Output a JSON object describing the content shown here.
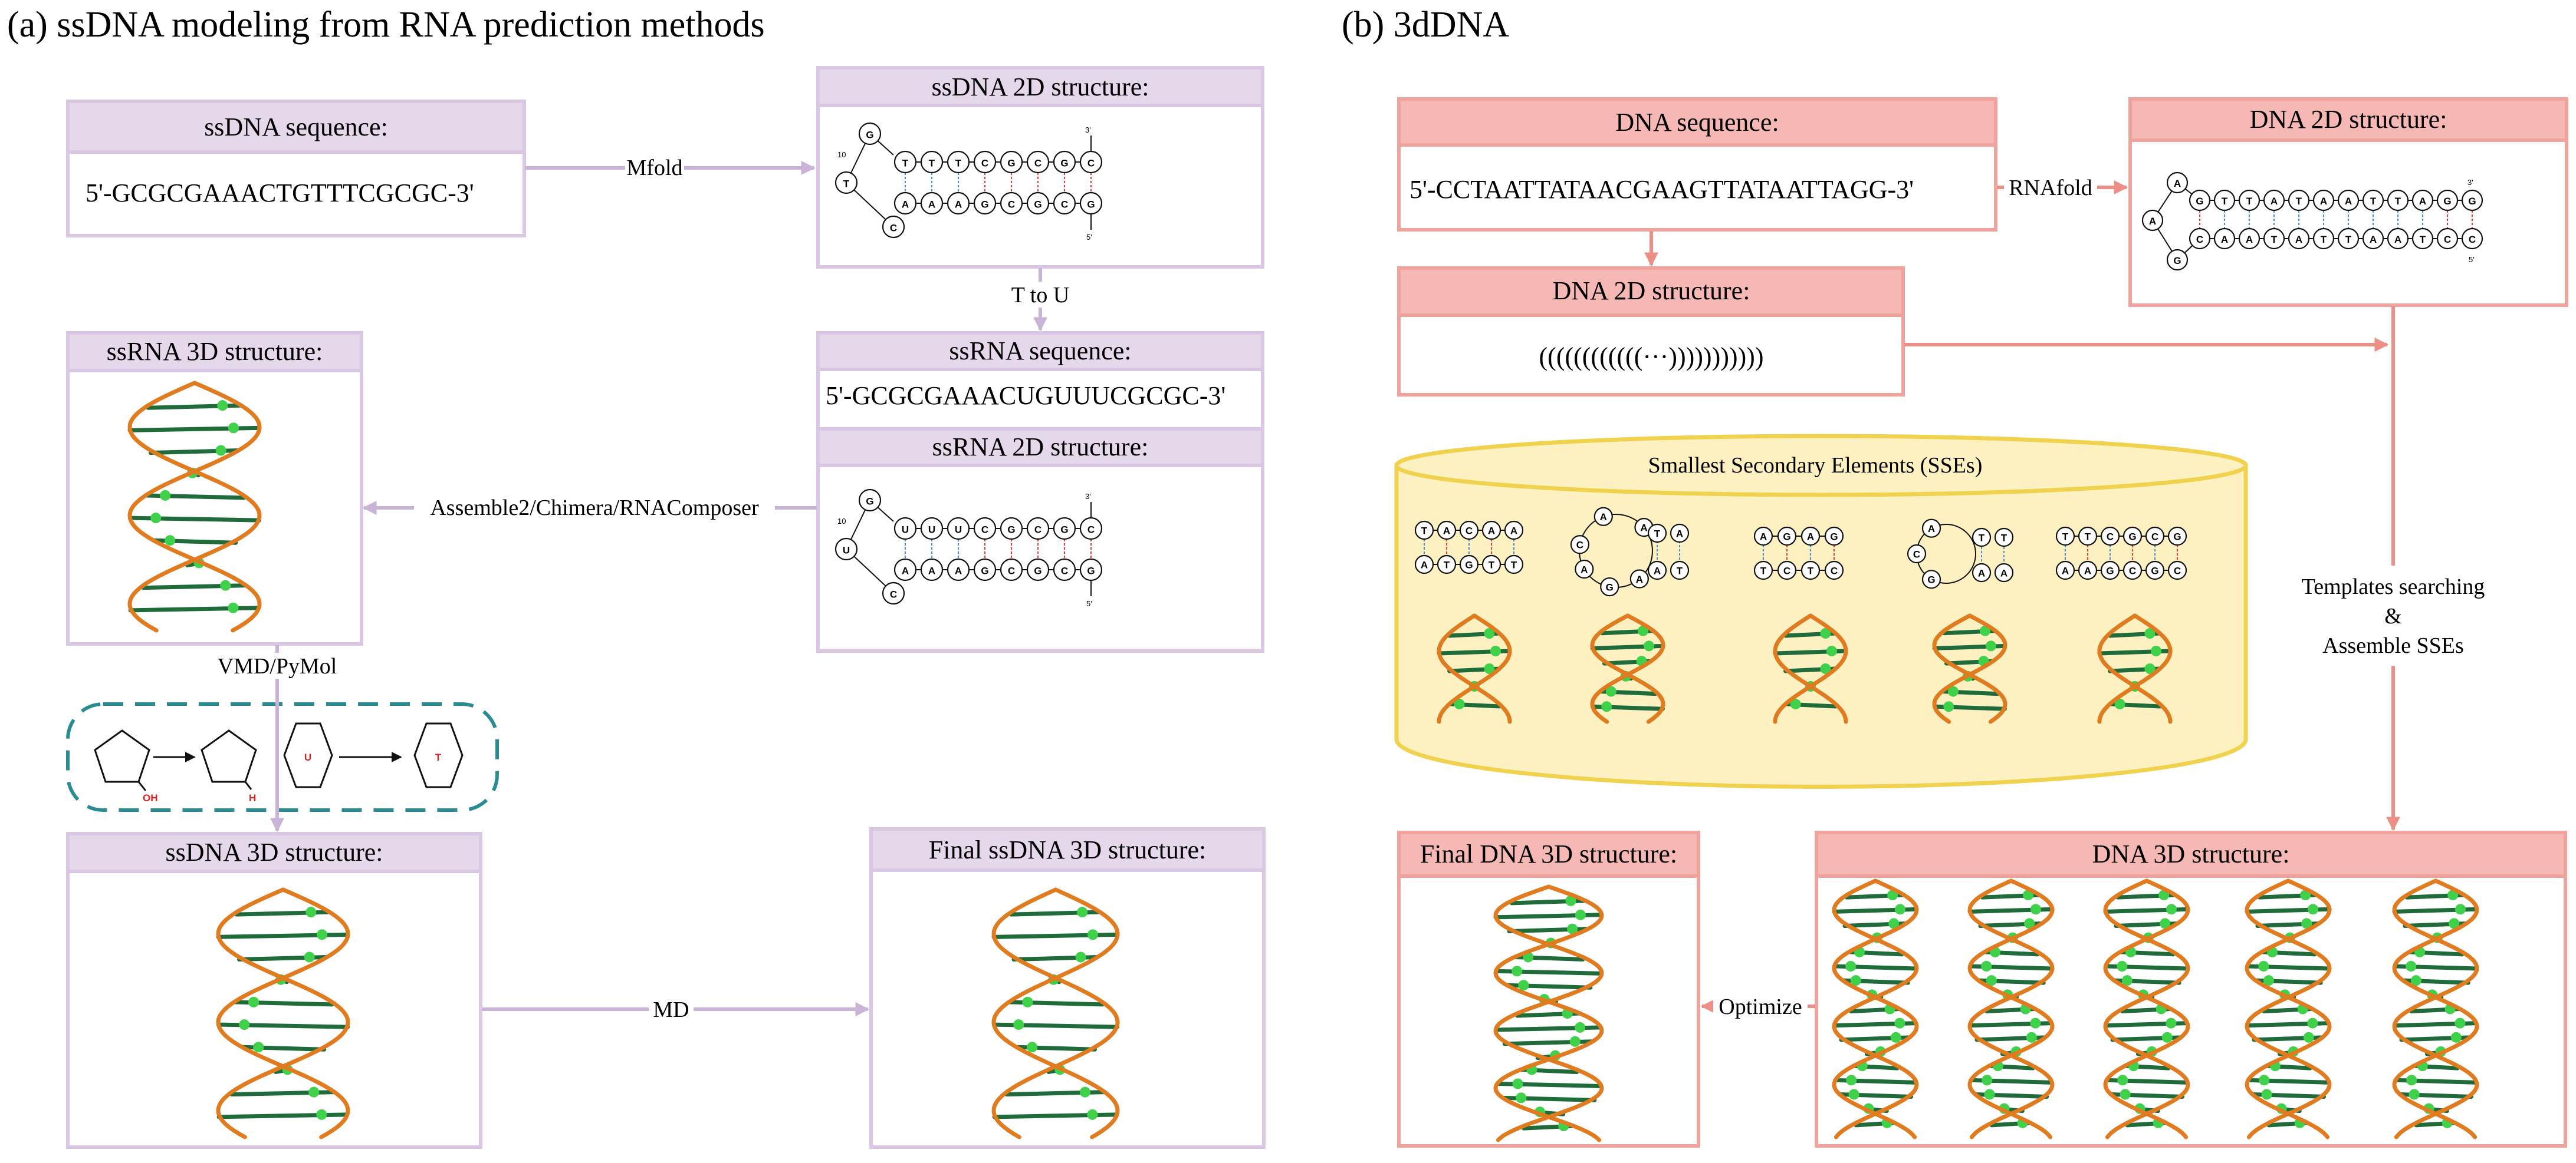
{
  "panel_a": {
    "title": "(a) ssDNA modeling from RNA prediction methods",
    "ssdna_sequence": {
      "header": "ssDNA sequence:",
      "value": "5'-GCGCGAAACTGTTTCGCGC-3'"
    },
    "ssdna_2d": {
      "header": "ssDNA 2D structure:",
      "top": [
        "T",
        "T",
        "T",
        "C",
        "G",
        "C",
        "G",
        "C"
      ],
      "bottom": [
        "A",
        "A",
        "A",
        "G",
        "C",
        "G",
        "C",
        "G"
      ],
      "loop": [
        "G",
        "T",
        "C"
      ],
      "top_colors": [
        "t",
        "t",
        "t",
        "r",
        "r",
        "r",
        "r",
        "r"
      ],
      "bottom_colors": [
        "t",
        "t",
        "t",
        "r",
        "r",
        "r",
        "r",
        "r"
      ],
      "num10": "10",
      "end_top": "3'",
      "end_bottom": "5'"
    },
    "ssrna_sequence": {
      "header": "ssRNA sequence:",
      "value": "5'-GCGCGAAACUGUUUCGCGC-3'"
    },
    "ssrna_2d": {
      "header": "ssRNA 2D structure:",
      "top": [
        "U",
        "U",
        "U",
        "C",
        "G",
        "C",
        "G",
        "C"
      ],
      "bottom": [
        "A",
        "A",
        "A",
        "G",
        "C",
        "G",
        "C",
        "G"
      ],
      "loop": [
        "G",
        "U",
        "C"
      ],
      "top_colors": [
        "t",
        "t",
        "t",
        "r",
        "r",
        "r",
        "r",
        "r"
      ],
      "bottom_colors": [
        "t",
        "t",
        "t",
        "r",
        "r",
        "r",
        "r",
        "r"
      ],
      "num10": "10",
      "end_top": "3'",
      "end_bottom": "5'"
    },
    "ssrna_3d": {
      "header": "ssRNA 3D structure:"
    },
    "ssdna_3d": {
      "header": "ssDNA 3D structure:"
    },
    "final_3d": {
      "header": "Final ssDNA 3D structure:"
    },
    "arrows": {
      "mfold": "Mfold",
      "t_to_u": "T to U",
      "assemble": "Assemble2/Chimera/RNAComposer",
      "vmd": "VMD/PyMol",
      "md": "MD"
    },
    "conversion": {
      "oh": "OH",
      "h": "H",
      "u": "U",
      "t": "T"
    }
  },
  "panel_b": {
    "title": "(b) 3dDNA",
    "dna_sequence": {
      "header": "DNA sequence:",
      "value": "5'-CCTAATTATAACGAAGTTATAATTAGG-3'"
    },
    "dna_2d_right": {
      "header": "DNA 2D structure:",
      "top": [
        "G",
        "T",
        "T",
        "A",
        "T",
        "A",
        "A",
        "T",
        "T",
        "A",
        "G",
        "G"
      ],
      "bottom": [
        "C",
        "A",
        "A",
        "T",
        "A",
        "T",
        "T",
        "A",
        "A",
        "T",
        "C",
        "C"
      ],
      "loop": [
        "A",
        "A",
        "G"
      ],
      "end_top": "3'",
      "end_bottom": "5'"
    },
    "dna_2d_left": {
      "header": "DNA 2D structure:",
      "dotbracket": "((((((((((((···)))))))))))"
    },
    "sses": {
      "title": "Smallest Secondary Elements (SSEs)",
      "e1": {
        "top": [
          "T",
          "A",
          "C",
          "A",
          "A"
        ],
        "bottom": [
          "A",
          "T",
          "G",
          "T",
          "T"
        ]
      },
      "e2": {
        "ring": [
          "A",
          "C",
          "A",
          "G",
          "A",
          "A"
        ],
        "stem_top": [
          "T",
          "A"
        ],
        "stem_bottom": [
          "A",
          "T"
        ]
      },
      "e3": {
        "top": [
          "A",
          "G",
          "A",
          "G"
        ],
        "bottom": [
          "T",
          "C",
          "T",
          "C"
        ]
      },
      "e4": {
        "ring": [
          "A",
          "C",
          "G"
        ],
        "top": [
          "T",
          "T"
        ],
        "bottom": [
          "A",
          "A"
        ]
      },
      "e5": {
        "top": [
          "T",
          "T",
          "C",
          "G",
          "C",
          "G"
        ],
        "bottom": [
          "A",
          "A",
          "G",
          "C",
          "G",
          "C"
        ]
      }
    },
    "dna_3d": {
      "header": "DNA 3D structure:"
    },
    "final_3d": {
      "header": "Final DNA 3D structure:"
    },
    "arrows": {
      "rnafold": "RNAfold",
      "templates_1": "Templates searching",
      "templates_2": "&",
      "templates_3": "Assemble SSEs",
      "optimize": "Optimize"
    }
  },
  "colors": {
    "purple_fill": "#e5d8ea",
    "purple_border": "#d9c7e3",
    "purple_arrow": "#c9b3d7",
    "salmon_fill": "#f5b8b4",
    "salmon_border": "#f0a29c",
    "salmon_arrow": "#ec8f86",
    "cylinder_fill": "#fdf1c2",
    "cylinder_border": "#f1d24e",
    "dashed_teal": "#2a8c91",
    "pair_blue": "#4a90d9",
    "pair_red": "#e04040",
    "helix_orange": "#e07b1f",
    "base_green": "#2da12d"
  }
}
